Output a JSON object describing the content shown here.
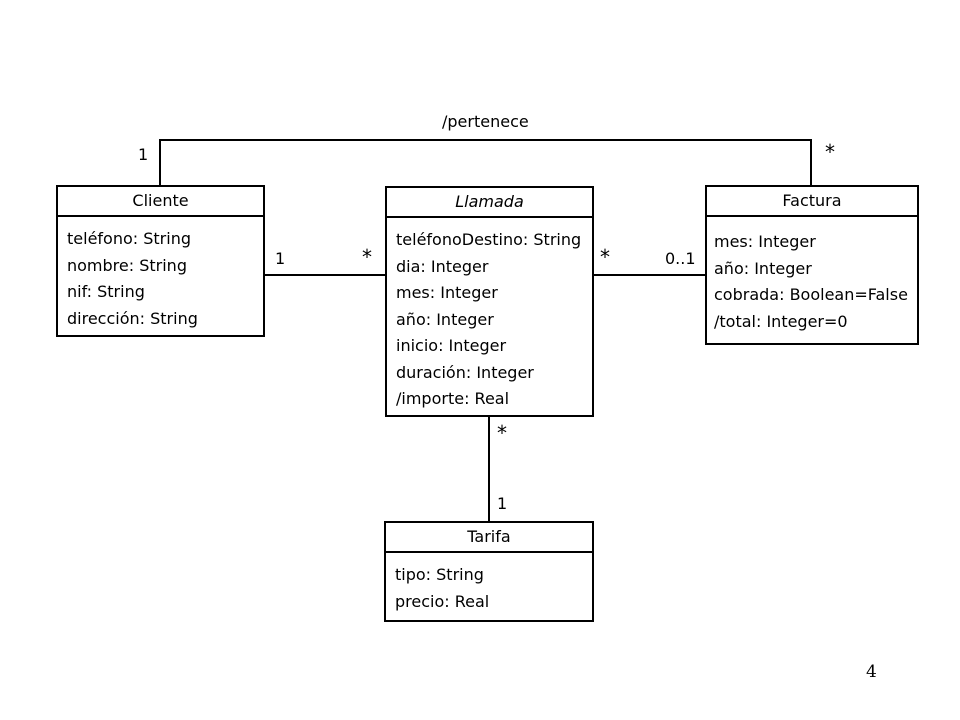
{
  "classes": {
    "cliente": {
      "name": "Cliente",
      "attributes": [
        "teléfono: String",
        "nombre: String",
        "nif: String",
        "dirección: String"
      ]
    },
    "llamada": {
      "name": "Llamada",
      "abstract": true,
      "attributes": [
        "teléfonoDestino: String",
        "dia: Integer",
        "mes: Integer",
        "año: Integer",
        "inicio: Integer",
        "duración: Integer",
        "/importe: Real"
      ]
    },
    "factura": {
      "name": "Factura",
      "attributes": [
        "mes: Integer",
        "año: Integer",
        "cobrada: Boolean=False",
        "/total: Integer=0"
      ]
    },
    "tarifa": {
      "name": "Tarifa",
      "attributes": [
        "tipo: String",
        "precio: Real"
      ]
    }
  },
  "associations": {
    "pertenece": {
      "name": "/pertenece",
      "from": "Cliente",
      "from_multiplicity": "1",
      "to": "Factura",
      "to_multiplicity": "*"
    },
    "cliente_llamada": {
      "from": "Cliente",
      "from_multiplicity": "1",
      "to": "Llamada",
      "to_multiplicity": "*"
    },
    "llamada_factura": {
      "from": "Llamada",
      "from_multiplicity": "*",
      "to": "Factura",
      "to_multiplicity": "0..1"
    },
    "llamada_tarifa": {
      "from": "Llamada",
      "from_multiplicity": "*",
      "to": "Tarifa",
      "to_multiplicity": "1"
    }
  },
  "page_number": "4"
}
